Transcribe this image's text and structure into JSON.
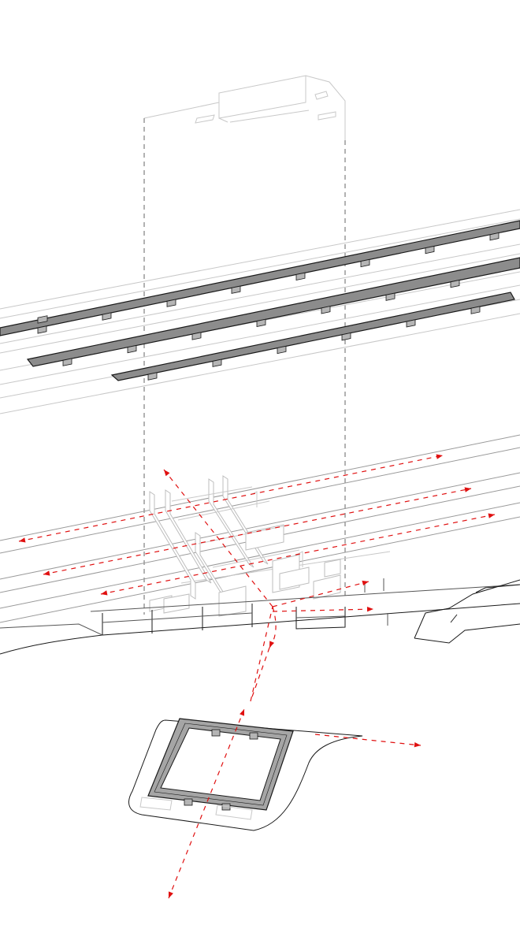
{
  "diagram": {
    "colors": {
      "background": "#ffffff",
      "line_dark": "#1a1a1a",
      "line_faint": "#c8c8c8",
      "canopy_fill": "#8c8c8c",
      "circulation_arrows": "#e01010"
    },
    "elements": [
      "tower-outline",
      "projection-dashed-lines",
      "canopy-bars",
      "platform-frames",
      "track-lines",
      "circulation-arrows",
      "square-pavilion-ring"
    ]
  }
}
